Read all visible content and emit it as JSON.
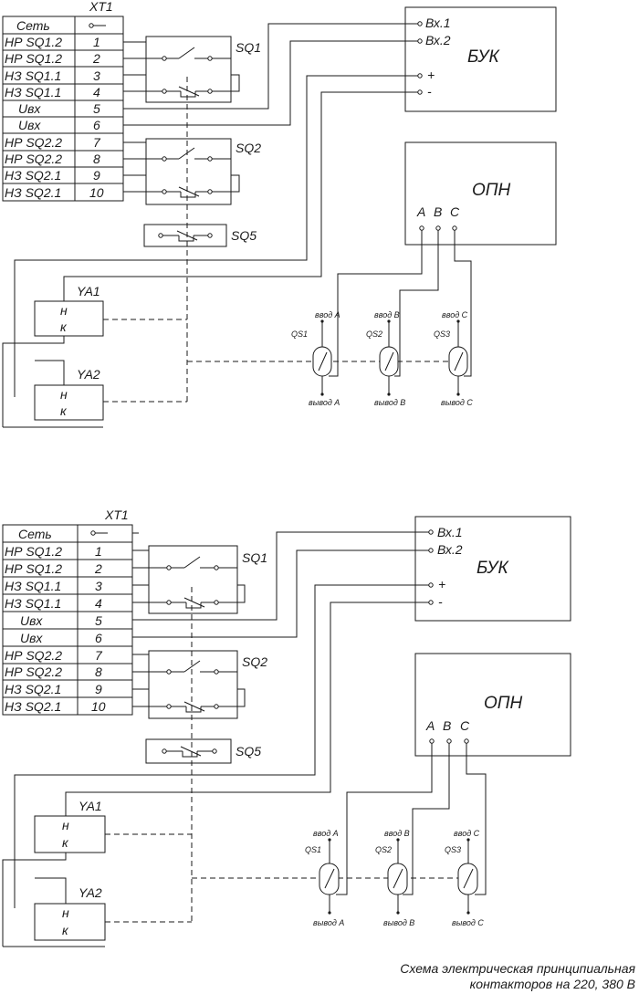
{
  "diagrams": [
    {
      "terminal_title": "XT1",
      "terminal_rows": [
        {
          "name": "Сеть",
          "pin": ""
        },
        {
          "name": "НР SQ1.2",
          "pin": "1"
        },
        {
          "name": "НР SQ1.2",
          "pin": "2"
        },
        {
          "name": "НЗ SQ1.1",
          "pin": "3"
        },
        {
          "name": "НЗ SQ1.1",
          "pin": "4"
        },
        {
          "name": "Uвх",
          "pin": "5"
        },
        {
          "name": "Uвх",
          "pin": "6"
        },
        {
          "name": "НР SQ2.2",
          "pin": "7"
        },
        {
          "name": "НР SQ2.2",
          "pin": "8"
        },
        {
          "name": "НЗ SQ2.1",
          "pin": "9"
        },
        {
          "name": "НЗ SQ2.1",
          "pin": "10"
        }
      ],
      "switches": [
        "SQ1",
        "SQ2",
        "SQ5"
      ],
      "buk": {
        "title": "БУК",
        "inputs": [
          "Вх.1",
          "Вх.2",
          "+",
          "-"
        ]
      },
      "opn": {
        "title": "ОПН",
        "phases": [
          "A",
          "B",
          "C"
        ]
      },
      "coils": [
        {
          "name": "YA1",
          "top": "н",
          "bottom": "к"
        },
        {
          "name": "YA2",
          "top": "н",
          "bottom": "к"
        }
      ],
      "breakers": [
        {
          "name": "QS1",
          "in": "ввод A",
          "out": "вывод A"
        },
        {
          "name": "QS2",
          "in": "ввод B",
          "out": "вывод B"
        },
        {
          "name": "QS3",
          "in": "ввод C",
          "out": "вывод C"
        }
      ]
    },
    {
      "terminal_title": "XT1",
      "terminal_rows": [
        {
          "name": "Сеть",
          "pin": ""
        },
        {
          "name": "НР SQ1.2",
          "pin": "1"
        },
        {
          "name": "НР SQ1.2",
          "pin": "2"
        },
        {
          "name": "НЗ SQ1.1",
          "pin": "3"
        },
        {
          "name": "НЗ SQ1.1",
          "pin": "4"
        },
        {
          "name": "Uвх",
          "pin": "5"
        },
        {
          "name": "Uвх",
          "pin": "6"
        },
        {
          "name": "НР SQ2.2",
          "pin": "7"
        },
        {
          "name": "НР SQ2.2",
          "pin": "8"
        },
        {
          "name": "НЗ SQ2.1",
          "pin": "9"
        },
        {
          "name": "НЗ SQ2.1",
          "pin": "10"
        }
      ],
      "switches": [
        "SQ1",
        "SQ2",
        "SQ5"
      ],
      "buk": {
        "title": "БУК",
        "inputs": [
          "Вх.1",
          "Вх.2",
          "+",
          "-"
        ]
      },
      "opn": {
        "title": "ОПН",
        "phases": [
          "A",
          "B",
          "C"
        ]
      },
      "coils": [
        {
          "name": "YA1",
          "top": "н",
          "bottom": "к"
        },
        {
          "name": "YA2",
          "top": "н",
          "bottom": "к"
        }
      ],
      "breakers": [
        {
          "name": "QS1",
          "in": "ввод A",
          "out": "вывод A"
        },
        {
          "name": "QS2",
          "in": "ввод B",
          "out": "вывод B"
        },
        {
          "name": "QS3",
          "in": "ввод C",
          "out": "вывод C"
        }
      ]
    }
  ],
  "caption": {
    "line1": "Схема электрическая принципиальная",
    "line2": "контакторов на 220, 380 В"
  }
}
